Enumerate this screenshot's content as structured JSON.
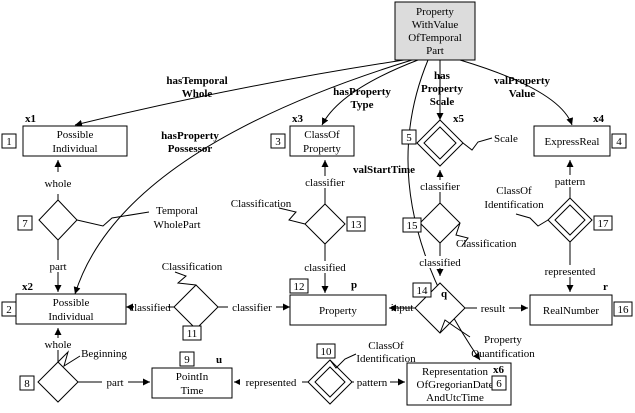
{
  "nodes": {
    "top": [
      "Property",
      "WithValue",
      "OfTemporal",
      "Part"
    ],
    "possible_individual_1": [
      "Possible",
      "Individual"
    ],
    "class_of_property": [
      "ClassOf",
      "Property"
    ],
    "express_real": [
      "ExpressReal"
    ],
    "possible_individual_2": [
      "Possible",
      "Individual"
    ],
    "property": [
      "Property"
    ],
    "real_number": [
      "RealNumber"
    ],
    "point_in_time": [
      "PointIn",
      "Time"
    ],
    "representation": [
      "Representation",
      "OfGregorianDate",
      "AndUtcTime"
    ]
  },
  "numbers": {
    "n1": "1",
    "n2": "2",
    "n3": "3",
    "n4": "4",
    "n5": "5",
    "n6": "6",
    "n7": "7",
    "n8": "8",
    "n9": "9",
    "n10": "10",
    "n11": "11",
    "n12": "12",
    "n13": "13",
    "n14": "14",
    "n15": "15",
    "n16": "16",
    "n17": "17"
  },
  "variables": {
    "x1": "x1",
    "x2": "x2",
    "x3": "x3",
    "x4": "x4",
    "x5": "x5",
    "x6": "x6",
    "p": "p",
    "q": "q",
    "r": "r",
    "u": "u"
  },
  "edge_labels": {
    "has_temporal_whole": [
      "hasTemporal",
      "Whole"
    ],
    "has_property_possessor": [
      "hasProperty",
      "Possessor"
    ],
    "has_property_type": [
      "hasProperty",
      "Type"
    ],
    "has_property_scale": [
      "has",
      "Property",
      "Scale"
    ],
    "val_property_value": [
      "valProperty",
      "Value"
    ],
    "val_start_time": "valStartTime",
    "whole_1": "whole",
    "part": "part",
    "classifier_1": "classifier",
    "classified_1": "classified",
    "classified_2": "classified",
    "classifier_2": "classifier",
    "classifier_3": "classifier",
    "classified_3": "classified",
    "pattern_1": "pattern",
    "represented_1": "represented",
    "input": "input",
    "result": "result",
    "whole_2": "whole",
    "part_2": "part",
    "represented_2": "represented",
    "pattern_2": "pattern"
  },
  "relation_labels": {
    "temporal_whole_part": [
      "Temporal",
      "WholePart"
    ],
    "classification_1": "Classification",
    "classification_2": "Classification",
    "classification_3": "Classification",
    "class_of_identification_1": [
      "ClassOf",
      "Identification"
    ],
    "class_of_identification_2": [
      "ClassOf",
      "Identification"
    ],
    "scale": "Scale",
    "property_quantification": [
      "Property",
      "Quantification"
    ],
    "beginning": "Beginning"
  }
}
